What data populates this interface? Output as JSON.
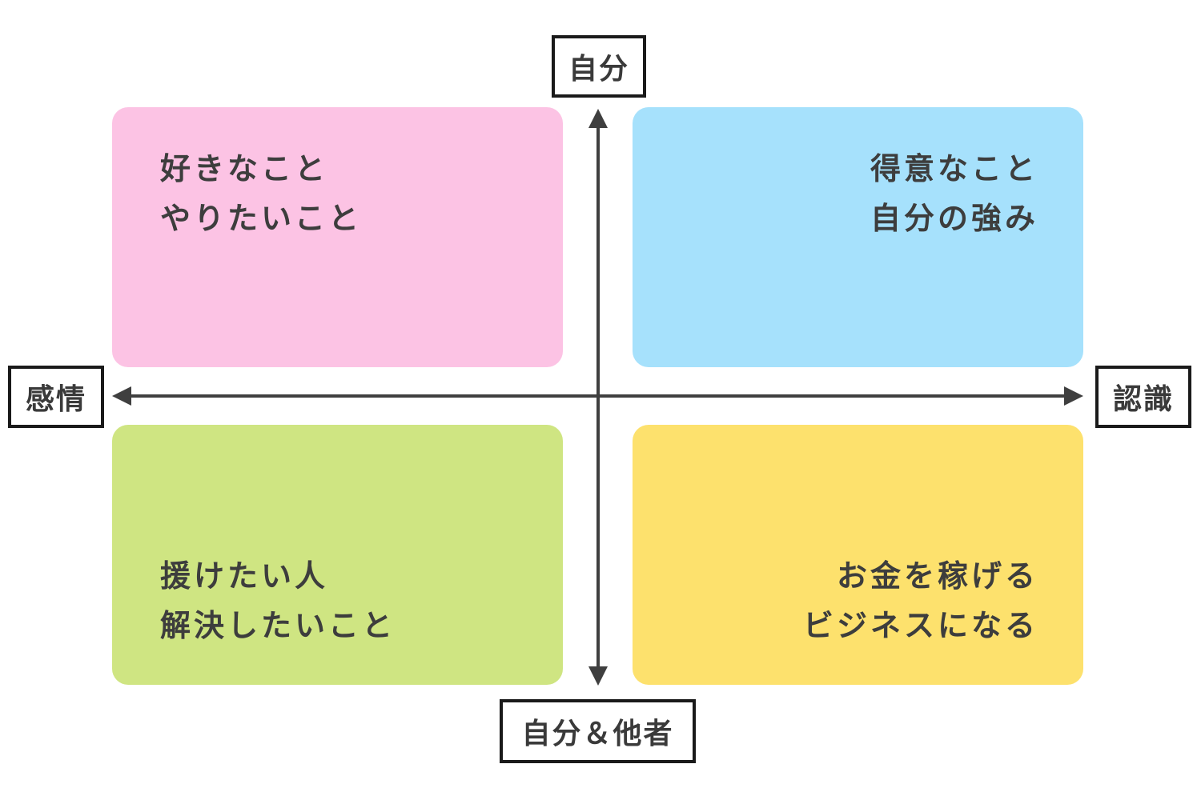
{
  "axes": {
    "top": "自分",
    "bottom": "自分＆他者",
    "left": "感情",
    "right": "認識",
    "color": "#3f3f3f"
  },
  "quadrants": {
    "top_left": {
      "lines": [
        "好きなこと",
        "やりたいこと"
      ],
      "color": "#fcc3e4"
    },
    "top_right": {
      "lines": [
        "得意なこと",
        "自分の強み"
      ],
      "color": "#a6e1fc"
    },
    "bottom_left": {
      "lines": [
        "援けたい人",
        "解決したいこと"
      ],
      "color": "#cfe582"
    },
    "bottom_right": {
      "lines": [
        "お金を稼げる",
        "ビジネスになる"
      ],
      "color": "#fde16d"
    }
  }
}
